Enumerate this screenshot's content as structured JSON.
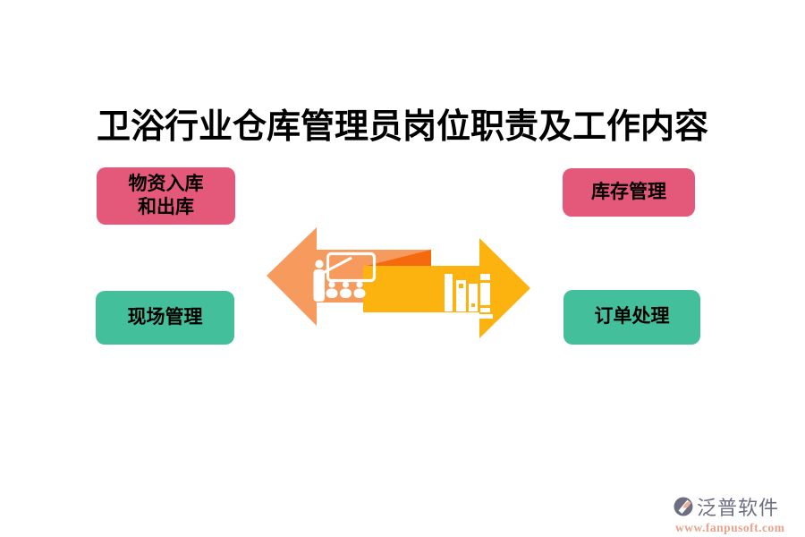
{
  "title": "卫浴行业仓库管理员岗位职责及工作内容",
  "boxes": {
    "top_left": {
      "label": "物资入库\n和出库",
      "color": "#E4587A"
    },
    "top_right": {
      "label": "库存管理",
      "color": "#E4587A"
    },
    "bottom_left": {
      "label": "现场管理",
      "color": "#44BF9C"
    },
    "bottom_right": {
      "label": "订单处理",
      "color": "#44BF9C"
    }
  },
  "arrows": {
    "left": {
      "direction": "left",
      "color": "#F79A5E",
      "icon": "presentation-training-icon"
    },
    "fold": {
      "color": "#F5690F"
    },
    "right": {
      "direction": "right",
      "color": "#FCB30F",
      "icon": "bookshelf-icon"
    },
    "icon_color": "#FFFFFF"
  },
  "watermark": {
    "brand": "泛普软件",
    "url": "www.fanpusoft.com",
    "brand_color": "#6E6E82",
    "url_color": "#E9A28B",
    "logo_gray": "#6E6E82",
    "logo_peach": "#EFB09A"
  }
}
